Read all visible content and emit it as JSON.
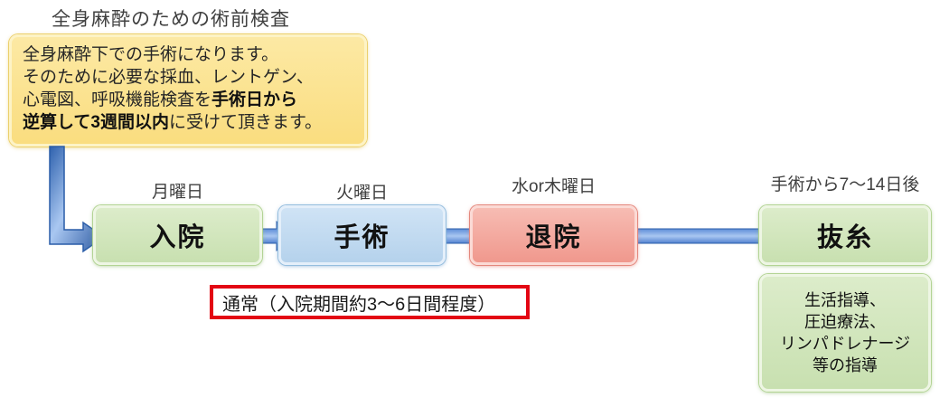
{
  "title": "全身麻酔のための術前検査",
  "note_box": {
    "line1": "全身麻酔下での手術になります。",
    "line2": "そのために必要な採血、レントゲン、",
    "line3_normal": "心電図、呼吸機能検査を",
    "line3_bold": "手術日から",
    "line4_bold": "逆算して3週間以内",
    "line4_normal": "に受けて頂きます。"
  },
  "steps": [
    {
      "label": "入院",
      "timing": "月曜日"
    },
    {
      "label": "手術",
      "timing": "火曜日"
    },
    {
      "label": "退院",
      "timing": "水or木曜日"
    },
    {
      "label": "抜糸",
      "timing": "手術から7～14日後"
    }
  ],
  "duration_note": "通常（入院期間約3～6日間程度）",
  "aftercare_box": {
    "line1": "生活指導、",
    "line2": "圧迫療法、",
    "line3": "リンパドレナージ",
    "line4": "等の指導"
  },
  "colors": {
    "step_green": "#cde3b5",
    "step_blue": "#bdd7ee",
    "step_red": "#f2a49b",
    "note_yellow": "#fbe189",
    "arrow_blue": "#3a6fc8",
    "highlight_red": "#e30613"
  }
}
